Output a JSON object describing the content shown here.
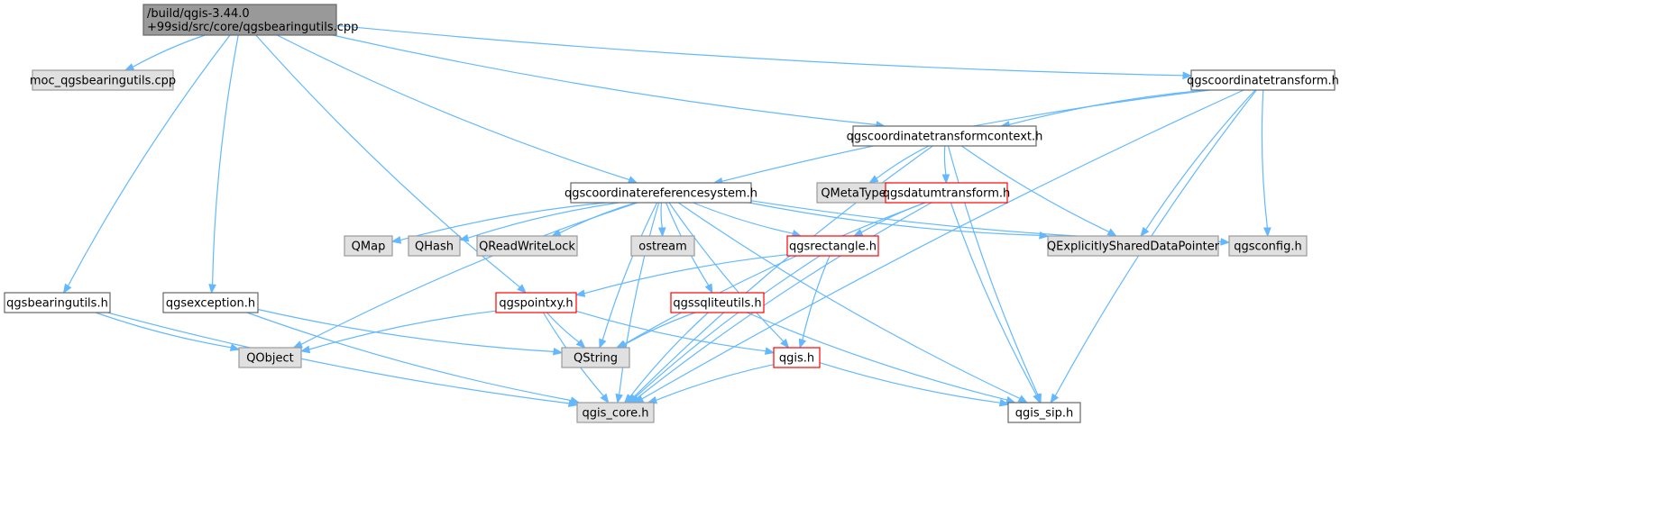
{
  "colors": {
    "edge": "#63b8ff",
    "root_fill": "#999999",
    "root_border": "#666666",
    "gray_fill": "#e0e0e0",
    "gray_border": "#999999",
    "white_fill": "#ffffff",
    "white_border": "#666666",
    "red_border": "#ff0000"
  },
  "nodes": [
    {
      "id": "root",
      "lines": [
        "/build/qgis-3.44.0",
        "+99sid/src/core/qgsbearingutils.cpp"
      ],
      "style": "root"
    },
    {
      "id": "moc",
      "lines": [
        "moc_qgsbearingutils.cpp"
      ],
      "style": "gray"
    },
    {
      "id": "qgscoordinatetransform",
      "lines": [
        "qgscoordinatetransform.h"
      ],
      "style": "white"
    },
    {
      "id": "qgscoordinatetransformcontext",
      "lines": [
        "qgscoordinatetransformcontext.h"
      ],
      "style": "white"
    },
    {
      "id": "qgscoordinatereferencesystem",
      "lines": [
        "qgscoordinatereferencesystem.h"
      ],
      "style": "white"
    },
    {
      "id": "qmetatype",
      "lines": [
        "QMetaType"
      ],
      "style": "gray"
    },
    {
      "id": "qgsdatumtransform",
      "lines": [
        "qgsdatumtransform.h"
      ],
      "style": "red"
    },
    {
      "id": "qmap",
      "lines": [
        "QMap"
      ],
      "style": "gray"
    },
    {
      "id": "qhash",
      "lines": [
        "QHash"
      ],
      "style": "gray"
    },
    {
      "id": "qreadwritelock",
      "lines": [
        "QReadWriteLock"
      ],
      "style": "gray"
    },
    {
      "id": "ostream",
      "lines": [
        "ostream"
      ],
      "style": "gray"
    },
    {
      "id": "qgsrectangle",
      "lines": [
        "qgsrectangle.h"
      ],
      "style": "red"
    },
    {
      "id": "qexplicitlyshareddatapointer",
      "lines": [
        "QExplicitlySharedDataPointer"
      ],
      "style": "gray"
    },
    {
      "id": "qgsconfig",
      "lines": [
        "qgsconfig.h"
      ],
      "style": "gray"
    },
    {
      "id": "qgsbearingutils",
      "lines": [
        "qgsbearingutils.h"
      ],
      "style": "white"
    },
    {
      "id": "qgsexception",
      "lines": [
        "qgsexception.h"
      ],
      "style": "white"
    },
    {
      "id": "qgspointxy",
      "lines": [
        "qgspointxy.h"
      ],
      "style": "red"
    },
    {
      "id": "qgssqliteutils",
      "lines": [
        "qgssqliteutils.h"
      ],
      "style": "red"
    },
    {
      "id": "qobject",
      "lines": [
        "QObject"
      ],
      "style": "gray"
    },
    {
      "id": "qstring",
      "lines": [
        "QString"
      ],
      "style": "gray"
    },
    {
      "id": "qgis",
      "lines": [
        "qgis.h"
      ],
      "style": "red"
    },
    {
      "id": "qgis_core",
      "lines": [
        "qgis_core.h"
      ],
      "style": "gray"
    },
    {
      "id": "qgis_sip",
      "lines": [
        "qgis_sip.h"
      ],
      "style": "white"
    }
  ],
  "edges": [
    [
      "root",
      "moc"
    ],
    [
      "root",
      "qgscoordinatetransform"
    ],
    [
      "root",
      "qgscoordinatetransformcontext"
    ],
    [
      "root",
      "qgscoordinatereferencesystem"
    ],
    [
      "root",
      "qgsbearingutils"
    ],
    [
      "root",
      "qgsexception"
    ],
    [
      "root",
      "qgspointxy"
    ],
    [
      "qgscoordinatetransform",
      "qgscoordinatetransformcontext"
    ],
    [
      "qgscoordinatetransform",
      "qgscoordinatereferencesystem"
    ],
    [
      "qgscoordinatetransform",
      "qexplicitlyshareddatapointer"
    ],
    [
      "qgscoordinatetransform",
      "qgsconfig"
    ],
    [
      "qgscoordinatetransform",
      "qgis_core"
    ],
    [
      "qgscoordinatetransform",
      "qgis_sip"
    ],
    [
      "qgscoordinatetransformcontext",
      "qmetatype"
    ],
    [
      "qgscoordinatetransformcontext",
      "qgsdatumtransform"
    ],
    [
      "qgscoordinatetransformcontext",
      "qexplicitlyshareddatapointer"
    ],
    [
      "qgscoordinatetransformcontext",
      "qgis_core"
    ],
    [
      "qgscoordinatetransformcontext",
      "qgis_sip"
    ],
    [
      "qgscoordinatereferencesystem",
      "qmap"
    ],
    [
      "qgscoordinatereferencesystem",
      "qhash"
    ],
    [
      "qgscoordinatereferencesystem",
      "qreadwritelock"
    ],
    [
      "qgscoordinatereferencesystem",
      "ostream"
    ],
    [
      "qgscoordinatereferencesystem",
      "qgsrectangle"
    ],
    [
      "qgscoordinatereferencesystem",
      "qexplicitlyshareddatapointer"
    ],
    [
      "qgscoordinatereferencesystem",
      "qgsconfig"
    ],
    [
      "qgscoordinatereferencesystem",
      "qobject"
    ],
    [
      "qgscoordinatereferencesystem",
      "qstring"
    ],
    [
      "qgscoordinatereferencesystem",
      "qgssqliteutils"
    ],
    [
      "qgscoordinatereferencesystem",
      "qgis"
    ],
    [
      "qgscoordinatereferencesystem",
      "qgis_core"
    ],
    [
      "qgscoordinatereferencesystem",
      "qgis_sip"
    ],
    [
      "qgsdatumtransform",
      "qgsrectangle"
    ],
    [
      "qgsdatumtransform",
      "qstring"
    ],
    [
      "qgsdatumtransform",
      "qgis_core"
    ],
    [
      "qgsdatumtransform",
      "qgis_sip"
    ],
    [
      "qgsrectangle",
      "qgspointxy"
    ],
    [
      "qgsrectangle",
      "qgis"
    ],
    [
      "qgsrectangle",
      "qgis_core"
    ],
    [
      "qgsbearingutils",
      "qobject"
    ],
    [
      "qgsbearingutils",
      "qgis_core"
    ],
    [
      "qgsexception",
      "qstring"
    ],
    [
      "qgsexception",
      "qgis_core"
    ],
    [
      "qgspointxy",
      "qobject"
    ],
    [
      "qgspointxy",
      "qstring"
    ],
    [
      "qgspointxy",
      "qgis"
    ],
    [
      "qgspointxy",
      "qgis_core"
    ],
    [
      "qgssqliteutils",
      "qstring"
    ],
    [
      "qgssqliteutils",
      "qgis_core"
    ],
    [
      "qgssqliteutils",
      "qgis_sip"
    ],
    [
      "qgis",
      "qgis_core"
    ],
    [
      "qgis",
      "qgis_sip"
    ]
  ]
}
